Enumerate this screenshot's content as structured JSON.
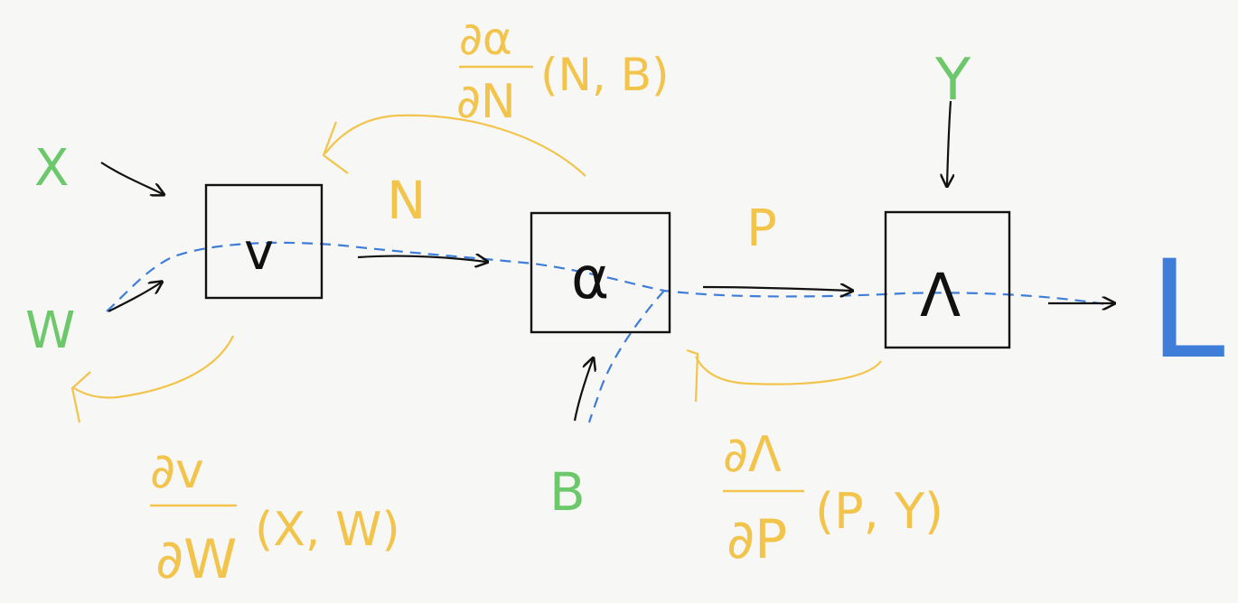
{
  "inputs": {
    "x": "X",
    "w": "W",
    "b": "B",
    "y": "Y"
  },
  "nodes": {
    "node_v": "v",
    "node_alpha": "α",
    "node_lambda": "Λ"
  },
  "edges": {
    "n": "N",
    "p": "P"
  },
  "output": "L",
  "gradients": {
    "dv_dw": {
      "numerator": "∂v",
      "denominator": "∂W",
      "args": "(X, W)"
    },
    "dalpha_dn": {
      "numerator": "∂α",
      "denominator": "∂N",
      "args": "(N, B)"
    },
    "dlambda_dp": {
      "numerator": "∂Λ",
      "denominator": "∂P",
      "args": "(P, Y)"
    }
  },
  "colors": {
    "ink": "#111111",
    "input_green": "#6cc86a",
    "gradient_yellow": "#f2c44c",
    "path_blue": "#3f7ed8",
    "output_blue": "#3f7ed8",
    "background": "#f7f7f5"
  }
}
